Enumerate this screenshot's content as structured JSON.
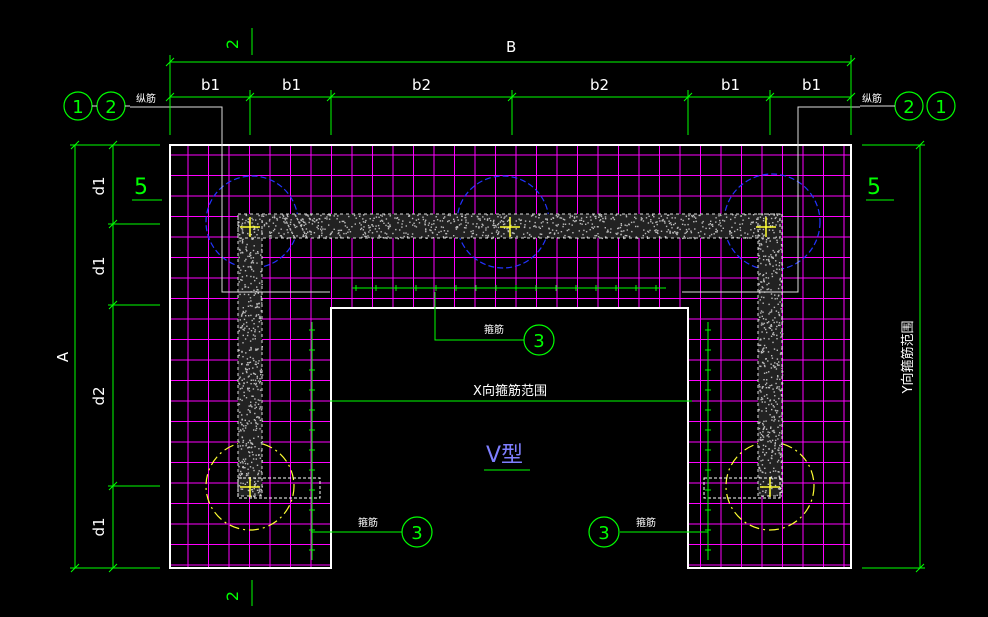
{
  "colors": {
    "background": "#000000",
    "dimension": "#00ff00",
    "outline": "#ffffff",
    "grid": "#ff00ff",
    "pile_blue": "#2233ff",
    "pile_yellow": "#ffff33",
    "rebar_text": "#ffffff",
    "callout": "#00ff00",
    "title": "#7f7fff"
  },
  "labels": {
    "width_B": "B",
    "height_A": "A",
    "b1": "b1",
    "b2": "b2",
    "d1": "d1",
    "d2": "d2",
    "longitudinal_rebar": "纵筋",
    "stirrup": "箍筋",
    "section_mark": "2",
    "level_mark": "5",
    "x_range": "X向箍筋范围",
    "y_range": "Y向箍筋范围",
    "type_title": "V型"
  },
  "callouts": {
    "one": "1",
    "two": "2",
    "three": "3"
  }
}
